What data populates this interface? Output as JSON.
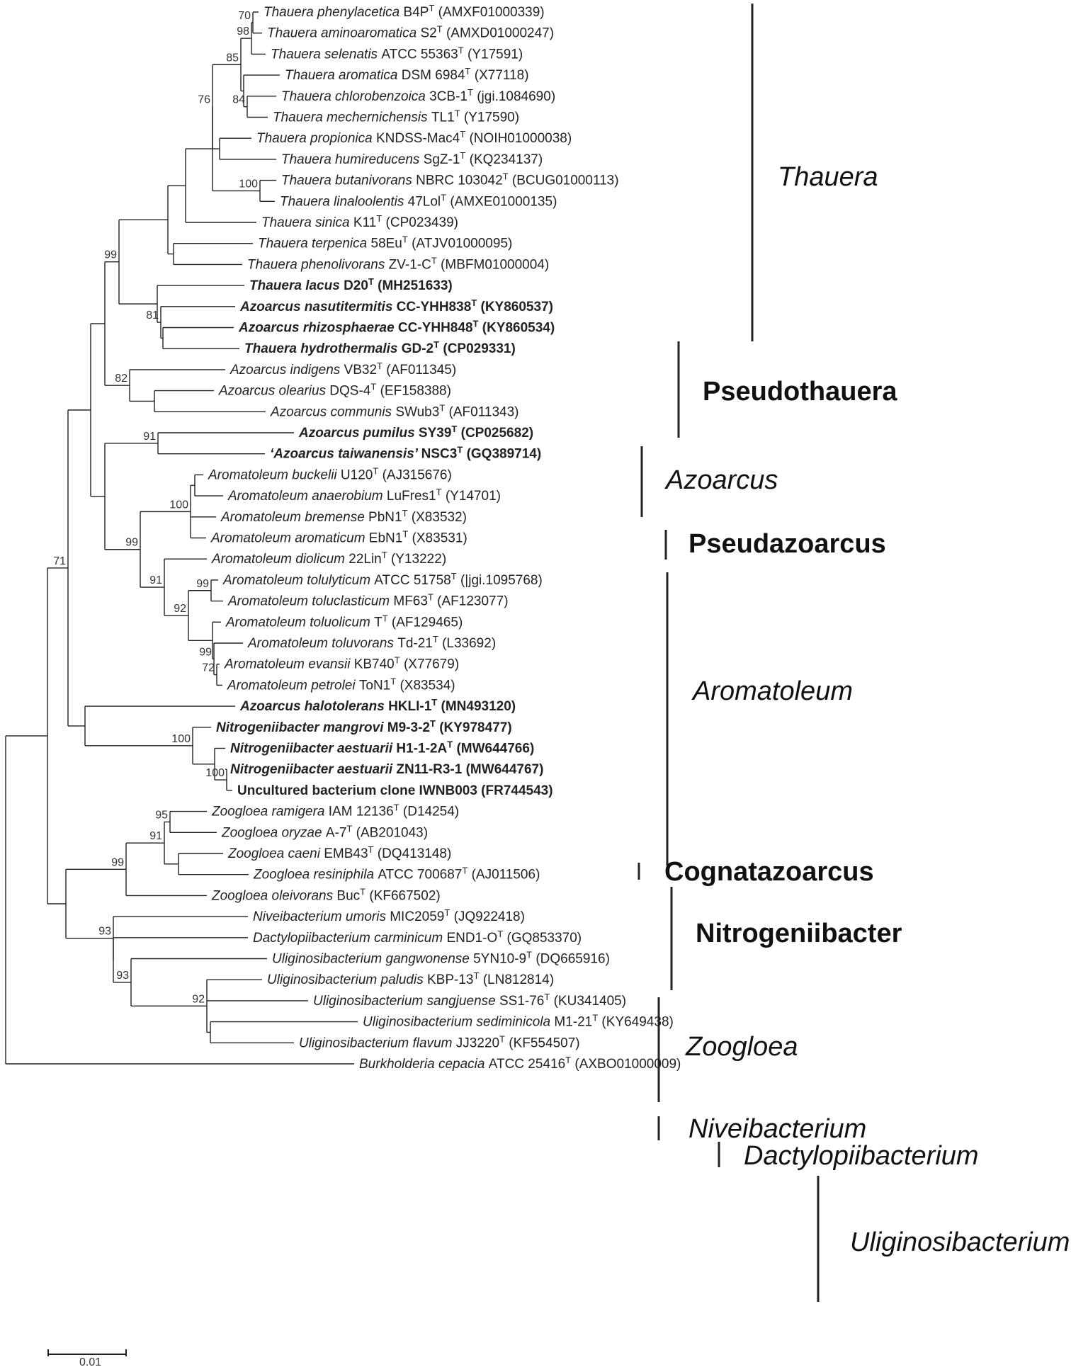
{
  "leaves": [
    {
      "species": "Thauera phenylacetica",
      "strain": "B4P",
      "type_strain": true,
      "accession": "(AMXF01000339)",
      "bold": false
    },
    {
      "species": "Thauera aminoaromatica",
      "strain": "S2",
      "type_strain": true,
      "accession": "(AMXD01000247)",
      "bold": false
    },
    {
      "species": "Thauera selenatis",
      "strain": "ATCC 55363",
      "type_strain": true,
      "accession": "(Y17591)",
      "bold": false
    },
    {
      "species": "Thauera aromatica",
      "strain": "DSM 6984",
      "type_strain": true,
      "accession": "(X77118)",
      "bold": false
    },
    {
      "species": "Thauera chlorobenzoica",
      "strain": "3CB-1",
      "type_strain": true,
      "accession": "(jgi.1084690)",
      "bold": false
    },
    {
      "species": "Thauera mechernichensis",
      "strain": "TL1",
      "type_strain": true,
      "accession": "(Y17590)",
      "bold": false
    },
    {
      "species": "Thauera propionica",
      "strain": "KNDSS-Mac4",
      "type_strain": true,
      "accession": "(NOIH01000038)",
      "bold": false
    },
    {
      "species": "Thauera humireducens",
      "strain": "SgZ-1",
      "type_strain": true,
      "accession": "(KQ234137)",
      "bold": false
    },
    {
      "species": "Thauera butanivorans",
      "strain": "NBRC 103042",
      "type_strain": true,
      "accession": "(BCUG01000113)",
      "bold": false
    },
    {
      "species": "Thauera linaloolentis",
      "strain": "47Lol",
      "type_strain": true,
      "accession": "(AMXE01000135)",
      "bold": false
    },
    {
      "species": "Thauera sinica",
      "strain": "K11",
      "type_strain": true,
      "accession": "(CP023439)",
      "bold": false
    },
    {
      "species": "Thauera terpenica",
      "strain": "58Eu",
      "type_strain": true,
      "accession": "(ATJV01000095)",
      "bold": false
    },
    {
      "species": "Thauera phenolivorans",
      "strain": "ZV-1-C",
      "type_strain": true,
      "accession": "(MBFM01000004)",
      "bold": false
    },
    {
      "species": "Thauera lacus",
      "strain": "D20",
      "type_strain": true,
      "accession": "(MH251633)",
      "bold": true
    },
    {
      "species": "Azoarcus nasutitermitis",
      "strain": "CC-YHH838",
      "type_strain": true,
      "accession": "(KY860537)",
      "bold": true
    },
    {
      "species": "Azoarcus rhizosphaerae",
      "strain": "CC-YHH848",
      "type_strain": true,
      "accession": "(KY860534)",
      "bold": true
    },
    {
      "species": "Thauera hydrothermalis",
      "strain": "GD-2",
      "type_strain": true,
      "accession": "(CP029331)",
      "bold": true
    },
    {
      "species": "Azoarcus indigens",
      "strain": "VB32",
      "type_strain": true,
      "accession": "(AF011345)",
      "bold": false
    },
    {
      "species": "Azoarcus olearius",
      "strain": "DQS-4",
      "type_strain": true,
      "accession": "(EF158388)",
      "bold": false
    },
    {
      "species": "Azoarcus communis",
      "strain": "SWub3",
      "type_strain": true,
      "accession": "(AF011343)",
      "bold": false
    },
    {
      "species": "Azoarcus pumilus",
      "strain": "SY39",
      "type_strain": true,
      "accession": "(CP025682)",
      "bold": true
    },
    {
      "species": "‘Azoarcus taiwanensis’",
      "strain": "NSC3",
      "type_strain": true,
      "accession": "(GQ389714)",
      "bold": true
    },
    {
      "species": "Aromatoleum buckelii",
      "strain": "U120",
      "type_strain": true,
      "accession": "(AJ315676)",
      "bold": false
    },
    {
      "species": "Aromatoleum anaerobium",
      "strain": "LuFres1",
      "type_strain": true,
      "accession": "(Y14701)",
      "bold": false
    },
    {
      "species": "Aromatoleum bremense",
      "strain": "PbN1",
      "type_strain": true,
      "accession": "(X83532)",
      "bold": false
    },
    {
      "species": "Aromatoleum aromaticum",
      "strain": "EbN1",
      "type_strain": true,
      "accession": "(X83531)",
      "bold": false
    },
    {
      "species": "Aromatoleum diolicum",
      "strain": "22Lin",
      "type_strain": true,
      "accession": "(Y13222)",
      "bold": false
    },
    {
      "species": "Aromatoleum tolulyticum",
      "strain": "ATCC 51758",
      "type_strain": true,
      "accession": "(|jgi.1095768)",
      "bold": false
    },
    {
      "species": "Aromatoleum toluclasticum",
      "strain": "MF63",
      "type_strain": true,
      "accession": "(AF123077)",
      "bold": false
    },
    {
      "species": "Aromatoleum toluolicum",
      "strain": "T",
      "type_strain": true,
      "accession": "(AF129465)",
      "bold": false
    },
    {
      "species": "Aromatoleum toluvorans",
      "strain": "Td-21",
      "type_strain": true,
      "accession": "(L33692)",
      "bold": false
    },
    {
      "species": "Aromatoleum evansii",
      "strain": "KB740",
      "type_strain": true,
      "accession": "(X77679)",
      "bold": false
    },
    {
      "species": "Aromatoleum petrolei",
      "strain": "ToN1",
      "type_strain": true,
      "accession": "(X83534)",
      "bold": false
    },
    {
      "species": "Azoarcus halotolerans",
      "strain": "HKLI-1",
      "type_strain": true,
      "accession": "(MN493120)",
      "bold": true
    },
    {
      "species": "Nitrogeniibacter mangrovi",
      "strain": "M9-3-2",
      "type_strain": true,
      "accession": "(KY978477)",
      "bold": true
    },
    {
      "species": "Nitrogeniibacter aestuarii",
      "strain": "H1-1-2A",
      "type_strain": true,
      "accession": "(MW644766)",
      "bold": true
    },
    {
      "species": "Nitrogeniibacter aestuarii",
      "strain": "ZN11-R3-1",
      "type_strain": false,
      "accession": "(MW644767)",
      "bold": true
    },
    {
      "species": "",
      "strain": "Uncultured bacterium clone IWNB003",
      "type_strain": false,
      "accession": "(FR744543)",
      "bold": true
    },
    {
      "species": "Zoogloea ramigera",
      "strain": "IAM 12136",
      "type_strain": true,
      "accession": "(D14254)",
      "bold": false
    },
    {
      "species": "Zoogloea oryzae",
      "strain": "A-7",
      "type_strain": true,
      "accession": "(AB201043)",
      "bold": false
    },
    {
      "species": "Zoogloea caeni",
      "strain": "EMB43",
      "type_strain": true,
      "accession": "(DQ413148)",
      "bold": false
    },
    {
      "species": "Zoogloea resiniphila",
      "strain": "ATCC 700687",
      "type_strain": true,
      "accession": "(AJ011506)",
      "bold": false
    },
    {
      "species": "Zoogloea oleivorans",
      "strain": "Buc",
      "type_strain": true,
      "accession": "(KF667502)",
      "bold": false
    },
    {
      "species": "Niveibacterium umoris",
      "strain": "MIC2059",
      "type_strain": true,
      "accession": "(JQ922418)",
      "bold": false
    },
    {
      "species": "Dactylopiibacterium carminicum",
      "strain": "END1-O",
      "type_strain": true,
      "accession": "(GQ853370)",
      "bold": false
    },
    {
      "species": "Uliginosibacterium gangwonense",
      "strain": "5YN10-9",
      "type_strain": true,
      "accession": "(DQ665916)",
      "bold": false
    },
    {
      "species": "Uliginosibacterium paludis",
      "strain": "KBP-13",
      "type_strain": true,
      "accession": "(LN812814)",
      "bold": false
    },
    {
      "species": "Uliginosibacterium sangjuense",
      "strain": "SS1-76",
      "type_strain": true,
      "accession": "(KU341405)",
      "bold": false
    },
    {
      "species": "Uliginosibacterium sediminicola",
      "strain": "M1-21",
      "type_strain": true,
      "accession": "(KY649438)",
      "bold": false
    },
    {
      "species": "Uliginosibacterium flavum",
      "strain": "JJ3220",
      "type_strain": true,
      "accession": "(KF554507)",
      "bold": false
    },
    {
      "species": "Burkholderia cepacia",
      "strain": "ATCC 25416",
      "type_strain": true,
      "accession": "(AXBO01000009)",
      "bold": false
    }
  ],
  "bootstrap": [
    "70",
    "98",
    "85",
    "76",
    "84",
    "100",
    "99",
    "81",
    "82",
    "91",
    "100",
    "99",
    "99",
    "91",
    "92",
    "99",
    "72",
    "71",
    "100",
    "100",
    "95",
    "91",
    "99",
    "93",
    "93",
    "92"
  ],
  "clades": [
    {
      "name": "Thauera",
      "bold": false
    },
    {
      "name": "Pseudothauera",
      "bold": true
    },
    {
      "name": "Azoarcus",
      "bold": false
    },
    {
      "name": "Pseudazoarcus",
      "bold": true
    },
    {
      "name": "Aromatoleum",
      "bold": false
    },
    {
      "name": "Cognatazoarcus",
      "bold": true
    },
    {
      "name": "Nitrogeniibacter",
      "bold": true
    },
    {
      "name": "Zoogloea",
      "bold": false
    },
    {
      "name": "Niveibacterium",
      "bold": false
    },
    {
      "name": "Dactylopiibacterium",
      "bold": false
    },
    {
      "name": "Uliginosibacterium",
      "bold": false
    }
  ],
  "scale_bar": {
    "label": "0.01"
  },
  "colors": {
    "line": "#222222",
    "text": "#222222"
  }
}
